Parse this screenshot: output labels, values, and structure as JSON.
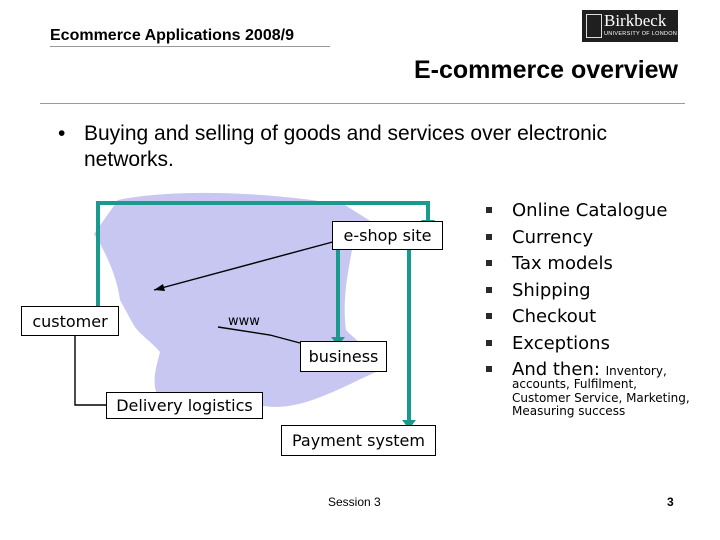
{
  "header": {
    "course": "Ecommerce Applications 2008/9",
    "logo_name": "Birkbeck",
    "logo_sub": "UNIVERSITY OF LONDON"
  },
  "slide": {
    "title": "E-commerce overview",
    "bullet_symbol": "•",
    "bullet": "Buying and selling of goods and services over electronic networks."
  },
  "diagram": {
    "eshop": "e-shop site",
    "customer": "customer",
    "www": "www",
    "business": "business",
    "delivery": "Delivery logistics",
    "payment": "Payment system"
  },
  "list": {
    "items": [
      "Online Catalogue",
      "Currency",
      "Tax models",
      "Shipping",
      "Checkout",
      "Exceptions",
      "And then:"
    ],
    "last_small": "Inventory,",
    "continuation": "accounts, Fulfilment, Customer Service, Marketing, Measuring success"
  },
  "footer": {
    "session": "Session 3",
    "page": "3"
  },
  "colors": {
    "teal": "#1a9a8c",
    "blob": "#c7c7f2",
    "rule": "#9a9a9a"
  }
}
